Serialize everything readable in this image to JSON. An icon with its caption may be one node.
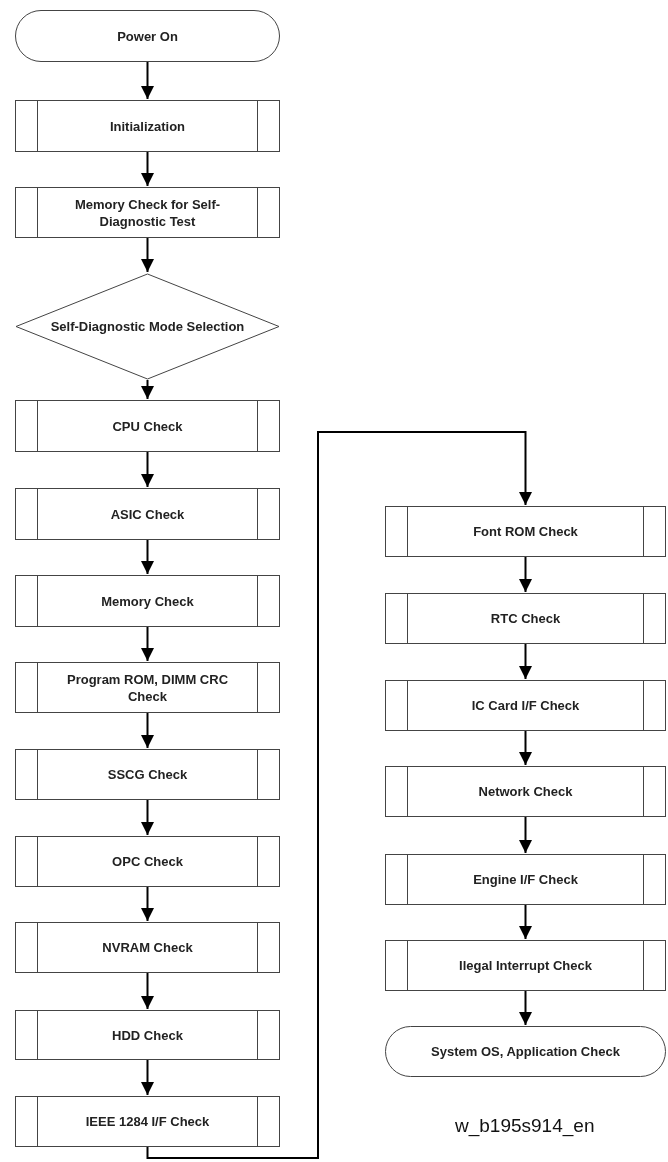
{
  "diagram": {
    "nodes": [
      {
        "text": [
          "Power On"
        ]
      },
      {
        "text": [
          "Initialization"
        ]
      },
      {
        "text": [
          "Memory Check for Self-Diagnostic Test"
        ]
      },
      {
        "text": [
          "Self-Diagnostic Mode Selection"
        ]
      },
      {
        "text": [
          "CPU Check"
        ]
      },
      {
        "text": [
          "ASIC Check"
        ]
      },
      {
        "text": [
          "Memory Check"
        ]
      },
      {
        "text": [
          "Program ROM, DIMM CRC Check"
        ]
      },
      {
        "text": [
          "SSCG Check"
        ]
      },
      {
        "text": [
          "OPC Check"
        ]
      },
      {
        "text": [
          "NVRAM Check"
        ]
      },
      {
        "text": [
          "HDD Check"
        ]
      },
      {
        "text": [
          "IEEE 1284 I/F Check"
        ]
      },
      {
        "text": [
          "Font ROM Check"
        ]
      },
      {
        "text": [
          "RTC Check"
        ]
      },
      {
        "text": [
          "IC Card I/F Check"
        ]
      },
      {
        "text": [
          "Network Check"
        ]
      },
      {
        "text": [
          "Engine I/F Check"
        ]
      },
      {
        "text": [
          "Ilegal Interrupt Check"
        ]
      },
      {
        "text": [
          "System OS, Application Check"
        ]
      }
    ],
    "edges": [
      {
        "from": 0,
        "to": 1,
        "arrow": "to"
      },
      {
        "from": 1,
        "to": 2,
        "arrow": "to"
      },
      {
        "from": 2,
        "to": 3,
        "arrow": "to"
      },
      {
        "from": 3,
        "to": 4,
        "arrow": "to"
      },
      {
        "from": 4,
        "to": 5,
        "arrow": "to"
      },
      {
        "from": 5,
        "to": 6,
        "arrow": "to"
      },
      {
        "from": 6,
        "to": 7,
        "arrow": "to"
      },
      {
        "from": 7,
        "to": 8,
        "arrow": "to"
      },
      {
        "from": 8,
        "to": 9,
        "arrow": "to"
      },
      {
        "from": 9,
        "to": 10,
        "arrow": "to"
      },
      {
        "from": 10,
        "to": 11,
        "arrow": "to"
      },
      {
        "from": 11,
        "to": 12,
        "arrow": "to"
      },
      {
        "from": 12,
        "to": 13,
        "arrow": "to"
      },
      {
        "from": 13,
        "to": 14,
        "arrow": "to"
      },
      {
        "from": 14,
        "to": 15,
        "arrow": "to"
      },
      {
        "from": 15,
        "to": 16,
        "arrow": "to"
      },
      {
        "from": 16,
        "to": 17,
        "arrow": "to"
      },
      {
        "from": 17,
        "to": 18,
        "arrow": "to"
      },
      {
        "from": 18,
        "to": 19,
        "arrow": "to"
      }
    ],
    "labels": [
      "w_b195s914_en"
    ]
  }
}
